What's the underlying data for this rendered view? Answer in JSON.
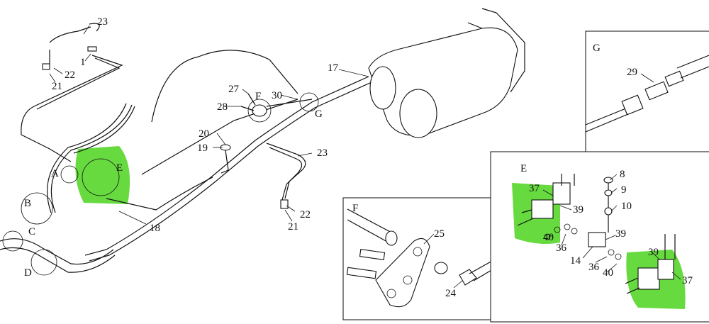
{
  "detail_titles": {
    "G": "G",
    "F": "F",
    "E": "E"
  },
  "main_labels": {
    "A": "A",
    "B": "B",
    "C": "C",
    "D": "D",
    "E": "E",
    "F": "F",
    "G": "G",
    "p1": "1",
    "p17": "17",
    "p18": "18",
    "p19": "19",
    "p20": "20",
    "p21a": "21",
    "p21b": "21",
    "p22a": "22",
    "p22b": "22",
    "p23a": "23",
    "p23b": "23",
    "p27": "27",
    "p28": "28",
    "p30": "30"
  },
  "detail_g_labels": {
    "p29": "29"
  },
  "detail_f_labels": {
    "p24": "24",
    "p25": "25"
  },
  "detail_e_labels": {
    "p8": "8",
    "p9": "9",
    "p10": "10",
    "p14": "14",
    "p36a": "36",
    "p36b": "36",
    "p37a": "37",
    "p37b": "37",
    "p39a": "39",
    "p39b": "39",
    "p39c": "39",
    "p40a": "40",
    "p40b": "40"
  },
  "colors": {
    "highlight": "#4cd41e",
    "line": "#111111"
  }
}
